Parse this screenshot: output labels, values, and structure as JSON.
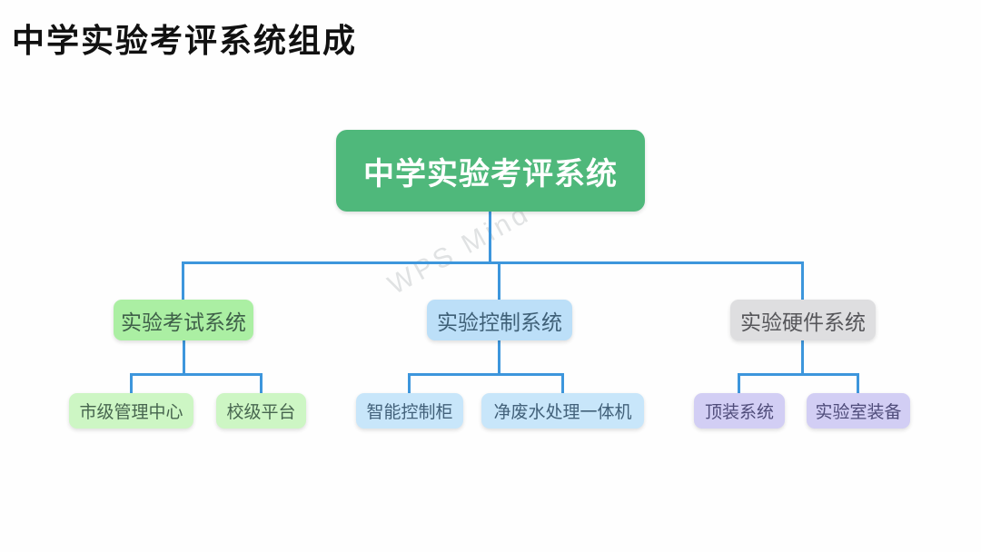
{
  "page_title": "中学实验考评系统组成",
  "watermark": {
    "text": "WPS Mind"
  },
  "colors": {
    "edge": "#3D96DC",
    "root_fill": "#4FB87B",
    "root_text": "#FFFFFF",
    "branch_green_fill": "#ABEFA3",
    "branch_blue_fill": "#BCDFF8",
    "branch_gray_fill": "#DEDEE0",
    "leaf_green_fill": "#CDF6C4",
    "leaf_blue_fill": "#C8E6FA",
    "leaf_purple_fill": "#D2CEF4",
    "title_text": "#111111"
  },
  "tree": {
    "root": {
      "label": "中学实验考评系统",
      "style": "background:#4FB87B;color:#FFFFFF"
    },
    "branches": [
      {
        "label": "实验考试系统",
        "style": "background:#ABEFA3;color:#3F6049",
        "children": [
          {
            "label": "市级管理中心",
            "style": "background:#CDF6C4;color:#47654F"
          },
          {
            "label": "校级平台",
            "style": "background:#CDF6C4;color:#47654F"
          }
        ]
      },
      {
        "label": "实验控制系统",
        "style": "background:#BCDFF8;color:#3F6077",
        "children": [
          {
            "label": "智能控制柜",
            "style": "background:#C8E6FA;color:#42617A"
          },
          {
            "label": "净废水处理一体机",
            "style": "background:#C8E6FA;color:#42617A"
          }
        ]
      },
      {
        "label": "实验硬件系统",
        "style": "background:#DEDEE0;color:#56565A",
        "children": [
          {
            "label": "顶装系统",
            "style": "background:#D2CEF4;color:#4F4C7A"
          },
          {
            "label": "实验室装备",
            "style": "background:#D2CEF4;color:#4F4C7A"
          }
        ]
      }
    ]
  }
}
